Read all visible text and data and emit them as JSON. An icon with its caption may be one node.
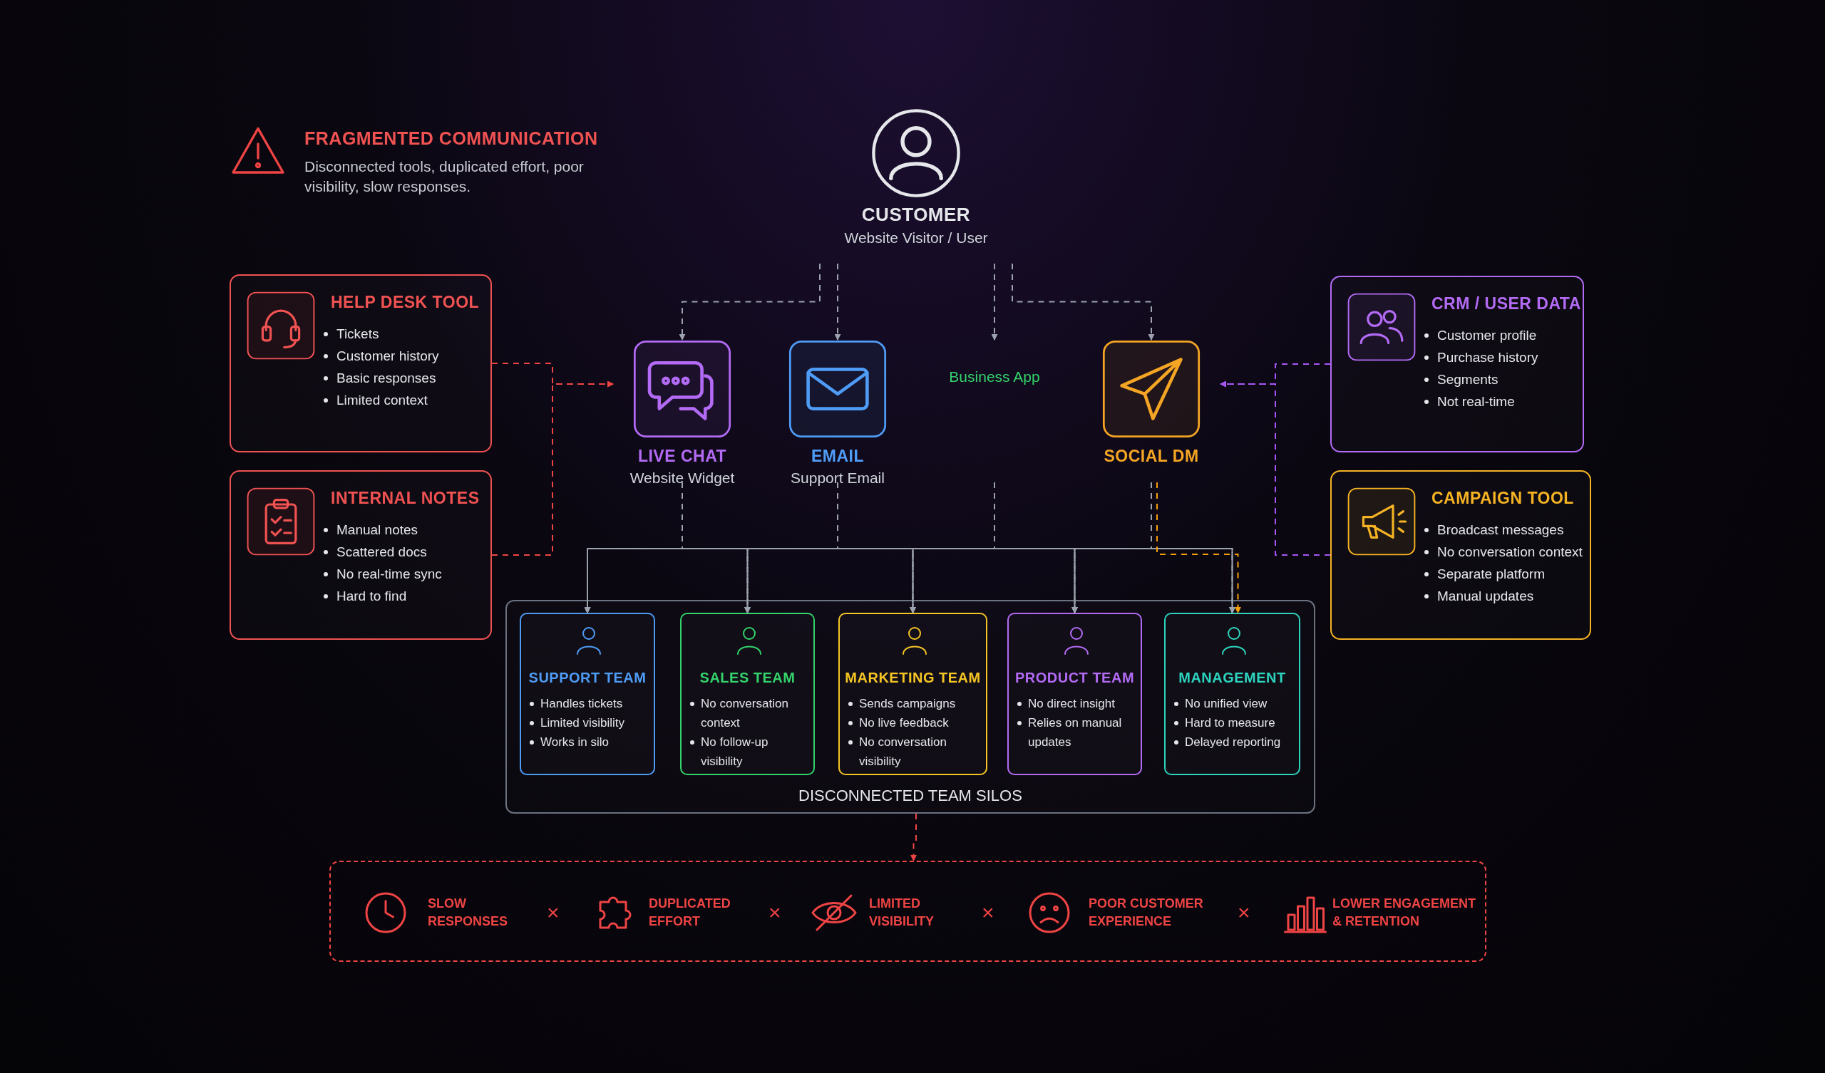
{
  "diagram": {
    "nodes": [
      {
        "text": [
          "CUSTOMER",
          "Website Visitor / User"
        ]
      },
      {
        "text": [
          "HELP DESK TOOL",
          "Tickets",
          "Customer history",
          "Basic responses",
          "Limited context"
        ]
      },
      {
        "text": [
          "INTERNAL NOTES",
          "Manual notes",
          "Scattered docs",
          "No real-time sync",
          "Hard to find"
        ]
      },
      {
        "text": [
          "LIVE CHAT",
          "Website Widget"
        ]
      },
      {
        "text": [
          "EMAIL",
          "Support Email"
        ]
      },
      {
        "text": [
          "Business App"
        ]
      },
      {
        "text": [
          "SOCIAL DM"
        ]
      },
      {
        "text": [
          "CRM / USER DATA",
          "Customer profile",
          "Purchase history",
          "Segments",
          "Not real-time"
        ]
      },
      {
        "text": [
          "CAMPAIGN TOOL",
          "Broadcast messages",
          "No conversation context",
          "Separate platform",
          "Manual updates"
        ]
      },
      {
        "text": [
          "DISCONNECTED TEAM SILOS"
        ]
      },
      {
        "text": [
          "SUPPORT TEAM",
          "Handles tickets",
          "Limited visibility",
          "Works in silo"
        ],
        "in": 9
      },
      {
        "text": [
          "SALES TEAM",
          "No conversation context",
          "No follow-up visibility"
        ],
        "in": 9
      },
      {
        "text": [
          "MARKETING TEAM",
          "Sends campaigns",
          "No live feedback",
          "No conversation visibility"
        ],
        "in": 9
      },
      {
        "text": [
          "PRODUCT TEAM",
          "No direct insight",
          "Relies on manual updates"
        ],
        "in": 9
      },
      {
        "text": [
          "MANAGEMENT",
          "No unified view",
          "Hard to measure",
          "Delayed reporting"
        ],
        "in": 9
      },
      {
        "text": [
          "SLOW RESPONSES",
          "DUPLICATED EFFORT",
          "LIMITED VISIBILITY",
          "POOR CUSTOMER EXPERIENCE",
          "LOWER ENGAGEMENT & RETENTION"
        ]
      }
    ],
    "edges": [
      {
        "from": 0,
        "to": 3,
        "arrow": "to",
        "style": "dashed"
      },
      {
        "from": 0,
        "to": 4,
        "arrow": "to",
        "style": "dashed"
      },
      {
        "from": 0,
        "to": 5,
        "arrow": "to",
        "style": "dashed"
      },
      {
        "from": 0,
        "to": 6,
        "arrow": "to",
        "style": "dashed"
      },
      {
        "from": 1,
        "to": 3,
        "arrow": "to",
        "style": "dashed",
        "color": "#ef4444"
      },
      {
        "from": 2,
        "to": 3,
        "arrow": "to",
        "style": "dashed",
        "color": "#ef4444"
      },
      {
        "from": 7,
        "to": 6,
        "arrow": "to",
        "style": "dashed",
        "color": "#a855f7"
      },
      {
        "from": 8,
        "to": 6,
        "arrow": "to",
        "style": "dashed",
        "color": "#a855f7"
      },
      {
        "from": 3,
        "to": 10,
        "arrow": "to",
        "style": "dashed"
      },
      {
        "from": 3,
        "to": 11,
        "arrow": "to",
        "style": "dashed"
      },
      {
        "from": 3,
        "to": 12,
        "arrow": "to",
        "style": "dashed"
      },
      {
        "from": 3,
        "to": 13,
        "arrow": "to",
        "style": "dashed"
      },
      {
        "from": 3,
        "to": 14,
        "arrow": "to",
        "style": "dashed"
      },
      {
        "from": 4,
        "to": 10,
        "arrow": "to",
        "style": "dashed"
      },
      {
        "from": 4,
        "to": 11,
        "arrow": "to",
        "style": "dashed"
      },
      {
        "from": 4,
        "to": 12,
        "arrow": "to",
        "style": "dashed"
      },
      {
        "from": 4,
        "to": 13,
        "arrow": "to",
        "style": "dashed"
      },
      {
        "from": 4,
        "to": 14,
        "arrow": "to",
        "style": "dashed"
      },
      {
        "from": 5,
        "to": 10,
        "arrow": "to",
        "style": "dashed"
      },
      {
        "from": 5,
        "to": 11,
        "arrow": "to",
        "style": "dashed"
      },
      {
        "from": 5,
        "to": 12,
        "arrow": "to",
        "style": "dashed"
      },
      {
        "from": 5,
        "to": 13,
        "arrow": "to",
        "style": "dashed"
      },
      {
        "from": 5,
        "to": 14,
        "arrow": "to",
        "style": "dashed"
      },
      {
        "from": 6,
        "to": 10,
        "arrow": "to",
        "style": "dashed"
      },
      {
        "from": 6,
        "to": 11,
        "arrow": "to",
        "style": "dashed"
      },
      {
        "from": 6,
        "to": 12,
        "arrow": "to",
        "style": "dashed"
      },
      {
        "from": 6,
        "to": 13,
        "arrow": "to",
        "style": "dashed"
      },
      {
        "from": 6,
        "to": 14,
        "arrow": "to",
        "style": "dashed",
        "color": "#f59e0b"
      },
      {
        "from": 9,
        "to": 15,
        "arrow": "to",
        "style": "dashed",
        "color": "#ef4444"
      }
    ],
    "labels": [
      "FRAGMENTED COMMUNICATION",
      "Disconnected tools, duplicated effort, poor visibility, slow responses.",
      "×",
      "×",
      "×",
      "×"
    ]
  }
}
